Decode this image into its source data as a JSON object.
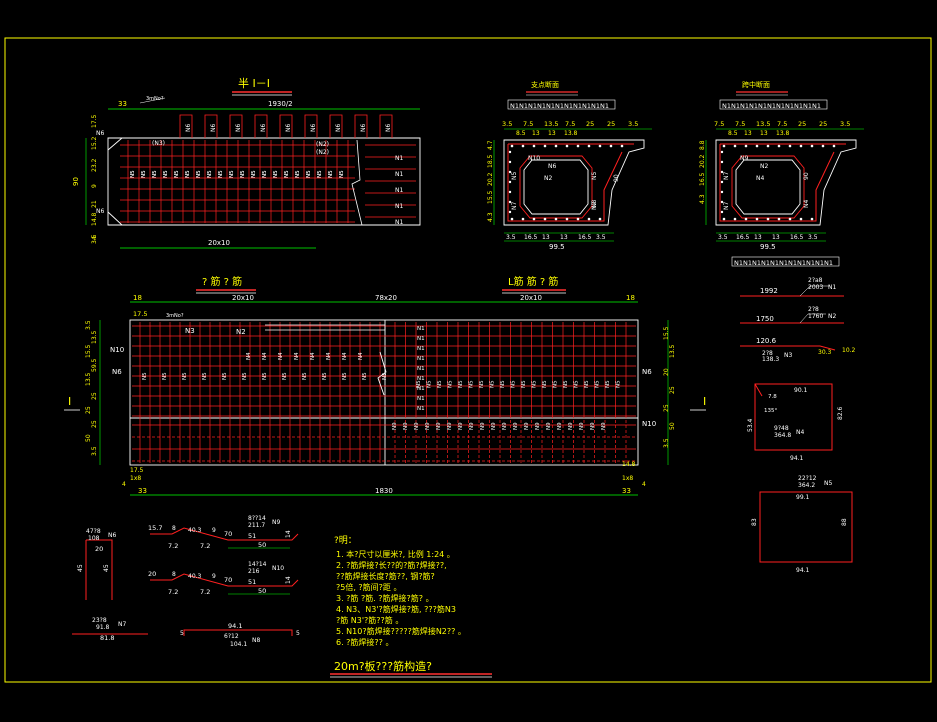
{
  "colors": {
    "background": "#000000",
    "frame": "#ffff00",
    "dimension": "#ffff00",
    "rebar": "#ff2020",
    "outline": "#ffffff",
    "extension": "#00ff00",
    "title": "#ffff00"
  },
  "half_section": {
    "title": "半  I－I",
    "top_dim": "1930/2",
    "left_dim": "33",
    "corner_tag": "3mNo?",
    "side_left": [
      "17.5",
      "15.2",
      "23.2",
      "9",
      "21",
      "14.8",
      "4",
      "3.5"
    ],
    "total_height": "90",
    "bottom_dim": "20x10",
    "tags_top": [
      "N6",
      "N6",
      "N6",
      "N6",
      "N6",
      "N6",
      "N6",
      "N6",
      "N6"
    ],
    "rows_label": "N5",
    "right_tags": [
      "N1",
      "N1",
      "N1",
      "N1",
      "N1"
    ],
    "side_marks": [
      "(N3)",
      "(N2)",
      "(N2)",
      "N6",
      "N6"
    ]
  },
  "support_section": {
    "title": "支点断面",
    "ruler": "N1N1N1N1N1N1N1N1N1N1N1",
    "top_dims": [
      "3.5",
      "7.5",
      "13.5",
      "7.5",
      "25",
      "25",
      "3.5"
    ],
    "top_dims2": [
      "8.5",
      "13",
      "13",
      "13.8"
    ],
    "side_dims": [
      "4.7",
      "18.5",
      "20.2",
      "15.5",
      "4.3"
    ],
    "bottom_dims": [
      "3.5",
      "16.5",
      "13",
      "13",
      "16.5",
      "3.5"
    ],
    "total": "99.5",
    "inner_tags": [
      "N10",
      "N6",
      "N2",
      "N5",
      "N7",
      "N8",
      "N5",
      "N7",
      "90"
    ]
  },
  "mid_section": {
    "title": "跨中断面",
    "ruler": "N1N1N1N1N1N1N1N1N1N1N1",
    "top_dims": [
      "7.5",
      "7.5",
      "13.5",
      "7.5",
      "25",
      "25",
      "3.5"
    ],
    "top_dims2": [
      "8.5",
      "13",
      "13",
      "13.8"
    ],
    "side_dims": [
      "8.8",
      "20.2",
      "16.5",
      "4.3"
    ],
    "bottom_dims": [
      "3.5",
      "16.5",
      "13",
      "13",
      "16.5",
      "3.5"
    ],
    "total": "99.5",
    "inner_tags": [
      "N9",
      "N2",
      "N4",
      "N7",
      "N7",
      "N4",
      "90"
    ],
    "bottom_ruler": "N1N1N1N1N1N1N1N1N1N1N1"
  },
  "plan": {
    "title_left": "? 筋 ? 筋",
    "title_right": "L筋 筋 ? 筋",
    "top_dims": [
      "18",
      "20x10",
      "78x20",
      "20x10",
      "18"
    ],
    "left_marks": [
      "17.5",
      "N3",
      "N2"
    ],
    "left_side": [
      "N10",
      "N6"
    ],
    "right_side": [
      "N6",
      "N10"
    ],
    "left_vert": [
      "3.5",
      "13.5",
      "15.5",
      "59.5",
      "13.5",
      "25",
      "25",
      "25",
      "50",
      "3.5"
    ],
    "right_vert": [
      "15.5",
      "13.5",
      "20",
      "25",
      "25",
      "50",
      "3.5"
    ],
    "row_n1": "N1",
    "row_n5": "N5",
    "row_n4": "N4",
    "row_n9": "N9",
    "bottom_total": "1830",
    "bottom_left": "33",
    "bottom_right": "33",
    "bottom_small": [
      "17.5",
      "1x8",
      "4",
      "14.8",
      "1x8",
      "4"
    ],
    "section_mark": "I",
    "corner_tag": "3mNo?"
  },
  "bars": {
    "n1": {
      "label": "2?a8",
      "len": "2003",
      "tag": "N1",
      "dim": "1992"
    },
    "n2": {
      "label": "2?8",
      "len": "1760",
      "tag": "N2",
      "dim": "1750"
    },
    "n3": {
      "label": "2?8",
      "len": "138.3",
      "tag": "N3",
      "dim1": "120.6",
      "dim2": "30.3",
      "dim3": "10.2"
    },
    "n4": {
      "label": "9?48",
      "len": "364.8",
      "tag": "N4",
      "dims": [
        "90.1",
        "82.6",
        "94.1",
        "53.4",
        "7.8"
      ],
      "angle": "135°"
    },
    "n5": {
      "label": "22?12",
      "len": "364.2",
      "tag": "N5",
      "dims": [
        "99.1",
        "83",
        "88",
        "94.1"
      ]
    },
    "n6": {
      "label": "47?8",
      "len": "108",
      "tag": "N6",
      "dims": [
        "20",
        "45",
        "45"
      ]
    },
    "n7": {
      "label": "23?8",
      "len": "91.8",
      "tag": "N7",
      "dim": "81.8"
    },
    "n8": {
      "label": "6?12",
      "len": "104.1",
      "tag": "N8",
      "dims": [
        "94.1",
        "5",
        "5"
      ]
    },
    "n9": {
      "label": "8??14",
      "len": "211.7",
      "tag": "N9",
      "dims": [
        "15.7",
        "8",
        "40.3",
        "9",
        "70",
        "51",
        "50",
        "7.2",
        "7.2",
        "14"
      ]
    },
    "n10": {
      "label": "14?14",
      "len": "216",
      "tag": "N10",
      "dims": [
        "20",
        "8",
        "40.3",
        "9",
        "70",
        "51",
        "50",
        "7.2",
        "7.2",
        "14"
      ]
    }
  },
  "notes": {
    "heading": "?明：",
    "items": [
      "1. 本?尺寸以厘米?, 比例 1:24 。",
      "2. ?筋焊接?长??的?筋?焊接??,",
      "   ??筋焊接长度?筋??, 钢?筋?",
      "   ?5倍, ?筋间?距 。",
      "3. ?筋 ?筋. ?筋焊接?筋? 。",
      "4. N3、N3'?筋焊接?筋, ???筋N3",
      "   ?筋 N3'?筋??筋 。",
      "5. N10?筋焊接?????筋焊接N2?? 。",
      "6. ?筋焊接?? 。"
    ],
    "title": "20m?板???筋构造?"
  }
}
